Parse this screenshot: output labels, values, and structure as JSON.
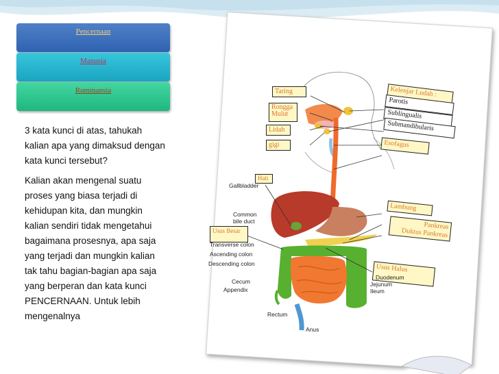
{
  "keywords": [
    "Pencernaan",
    "Manusia",
    "Ruminansia"
  ],
  "body": {
    "p1": "3 kata kunci di atas, tahukah kalian apa yang dimaksud dengan kata kunci tersebut?",
    "p2": "Kalian akan mengenal suatu proses yang biasa terjadi di kehidupan kita, dan mungkin kalian sendiri tidak mengetahui bagaimana prosesnya, apa saja yang terjadi dan mungkin kalian tak tahu bagian-bagian apa saja yang berperan dan kata kunci PENCERNAAN. Untuk lebih mengenalnya"
  },
  "diagram": {
    "yellow_labels": {
      "taring": "Taring",
      "rongga_mulut": "Rongga Mulut",
      "lidah": "Lidah",
      "gigi": "gigi",
      "hati": "Hati",
      "kelenjar": "Kelenjar Ludah :",
      "esofagus": "Esofagus",
      "lambung": "Lambung",
      "pankreas": "Pankreas",
      "duktus": "Duktus Pankreas",
      "usus_halus": "Usus Halus",
      "usus_besar": "Usus Besar"
    },
    "white_labels": {
      "parotis": "Parotis",
      "sublingualis": "Sublingualis",
      "submandibularis": "Submandibularis"
    },
    "english_labels": {
      "gallbladder": "Gallbladder",
      "common_bile": "Common bile duct",
      "transverse": "Transverse colon",
      "ascending": "Ascending colon",
      "descending": "Descending colon",
      "cecum": "Cecum",
      "appendix": "Appendix",
      "rectum": "Rectum",
      "anus": "Anus",
      "duodenum": "Duodenum",
      "jejunum": "Jejunum",
      "ileum": "Ileum"
    }
  },
  "colors": {
    "kw1": "#2f62b0",
    "kw2": "#1aa4c0",
    "kw3": "#1fb77f",
    "esophagus": "#f06a2b",
    "liver": "#b83a2a",
    "small_intestine": "#f07830",
    "large_intestine": "#58b030"
  }
}
